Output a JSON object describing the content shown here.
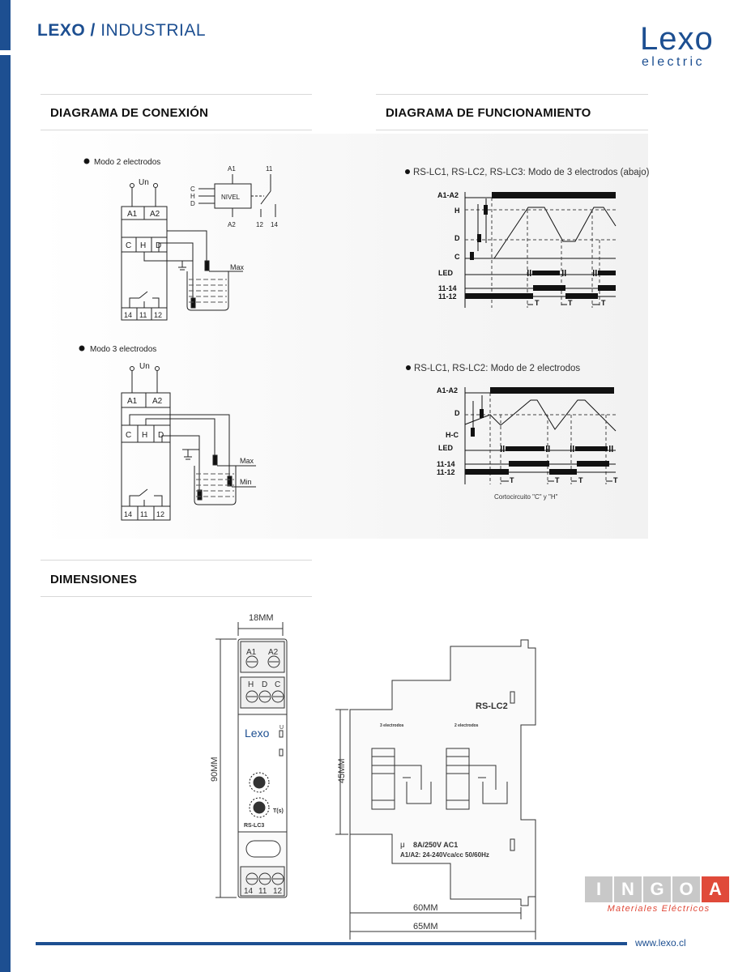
{
  "header": {
    "brand_bold": "LEXO",
    "brand_sep": " / ",
    "brand_light": "INDUSTRIAL",
    "logo_word": "Lexo",
    "logo_sub": "electric"
  },
  "sections": {
    "conexion": "DIAGRAMA DE CONEXIÓN",
    "funcionamiento": "DIAGRAMA DE FUNCIONAMIENTO",
    "dimensiones": "DIMENSIONES"
  },
  "conexion": {
    "mode2_label": "Modo 2 electrodos",
    "mode3_label": "Modo 3 electrodos",
    "un": "Un",
    "a1": "A1",
    "a2": "A2",
    "c": "C",
    "h": "H",
    "d": "D",
    "t14": "14",
    "t11": "11",
    "t12": "12",
    "max": "Max",
    "min": "Min",
    "nivel": "NIVEL",
    "sch_a1": "A1",
    "sch_a2": "A2",
    "sch_11": "11",
    "sch_12": "12",
    "sch_14": "14"
  },
  "funcionamiento": {
    "diag1_label": "RS-LC1, RS-LC2, RS-LC3: Modo de 3 electrodos (abajo)",
    "diag2_label": "RS-LC1, RS-LC2: Modo de 2 electrodos",
    "a1a2": "A1-A2",
    "h": "H",
    "d": "D",
    "c": "C",
    "hc": "H-C",
    "led": "LED",
    "r1114": "11-14",
    "r1112": "11-12",
    "t": "T",
    "note": "Cortocircuito \"C\" y \"H\""
  },
  "dimensiones": {
    "w18": "18MM",
    "h90": "90MM",
    "h45": "45MM",
    "w60": "60MM",
    "w65": "65MM",
    "front_a1": "A1",
    "front_a2": "A2",
    "front_h": "H",
    "front_d": "D",
    "front_c": "C",
    "front_logo": "Lexo",
    "front_u": "U",
    "front_model": "RS-LC3",
    "front_t": "T(s)",
    "front_14": "14",
    "front_11": "11",
    "front_12": "12",
    "side_model": "RS-LC2",
    "side_3e": "3 electrodos",
    "side_2e": "2 electrodos",
    "side_rating1": "8A/250V AC1",
    "side_rating2": "A1/A2: 24-240Vca/cc 50/60Hz",
    "side_mu": "μ"
  },
  "footer": {
    "site": "www.lexo.cl",
    "ingoa": [
      "I",
      "N",
      "G",
      "O",
      "A"
    ],
    "ingoa_sub": "Materiales Eléctricos"
  },
  "colors": {
    "brand_blue": "#1d4f91",
    "ingoa_red": "#e04a3a"
  }
}
